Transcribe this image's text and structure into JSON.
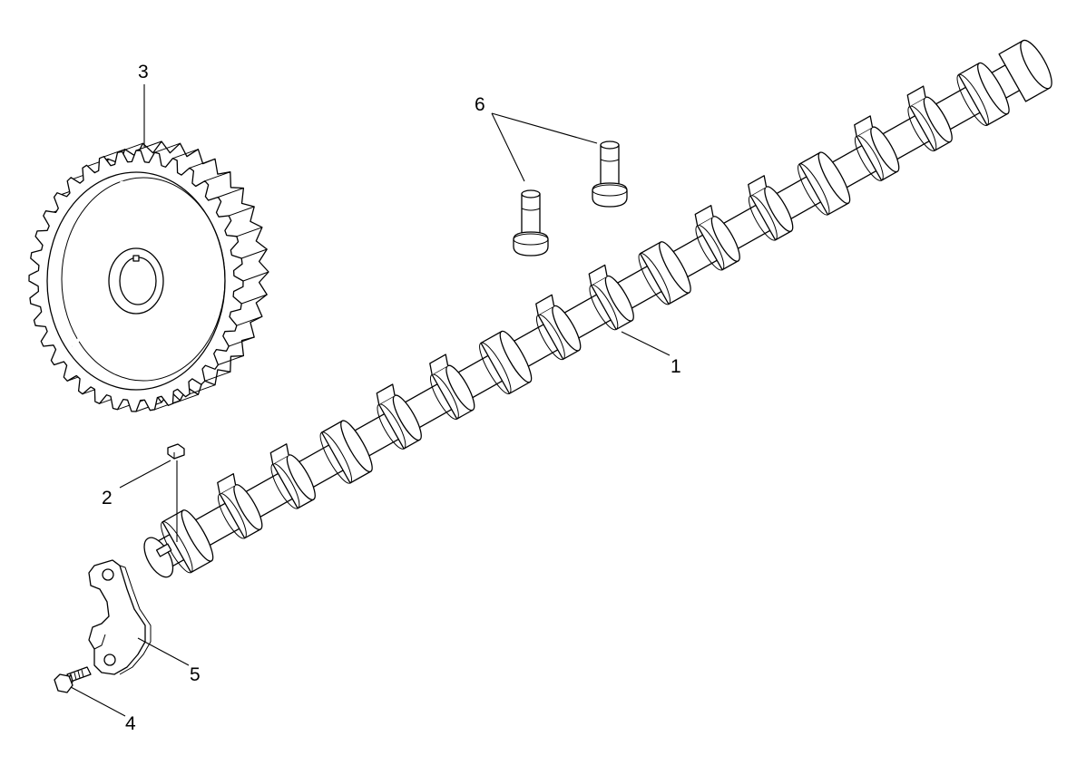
{
  "diagram": {
    "background": "#ffffff",
    "line_color": "#000000",
    "parts": [
      {
        "id": "camshaft",
        "callout": "1"
      },
      {
        "id": "key",
        "callout": "2"
      },
      {
        "id": "gear",
        "callout": "3"
      },
      {
        "id": "bolt",
        "callout": "4"
      },
      {
        "id": "thrust-plate",
        "callout": "5"
      },
      {
        "id": "tappets",
        "callout": "6"
      }
    ]
  }
}
